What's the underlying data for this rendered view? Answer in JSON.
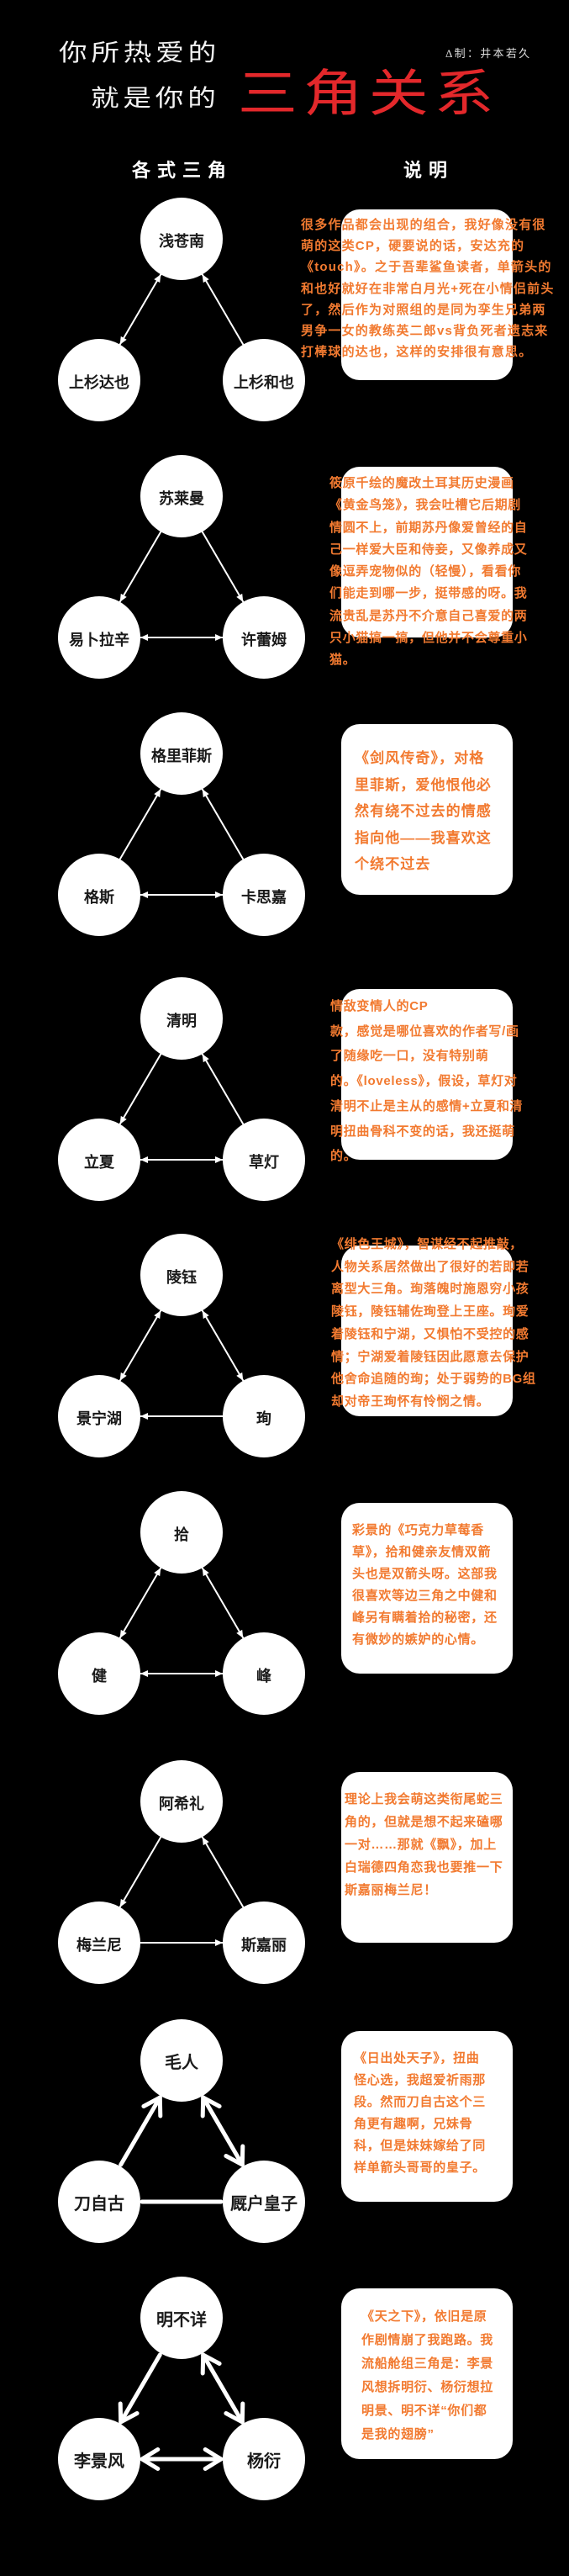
{
  "header": {
    "title_line1": "你所热爱的",
    "title_line2": "就是你的",
    "title_highlight": "三角关系",
    "credit": "Δ制：井本若久"
  },
  "columns": {
    "left": "各式三角",
    "right": "说明"
  },
  "colors": {
    "background": "#000000",
    "title_white": "#f2f2f2",
    "title_red": "#e3282b",
    "text_orange": "#f27a30",
    "node_fill": "#ffffff",
    "node_text": "#1a1a1a",
    "edge": "#ffffff"
  },
  "sections": [
    {
      "nodes": {
        "top": "浅苍南",
        "left": "上杉达也",
        "right": "上杉和也"
      },
      "edges": {
        "top_left": "both",
        "top_right": "to-top",
        "left_right": "none"
      },
      "description": [
        "很多作品都会出现的组合，我好像没有很",
        "萌的这类CP，硬要说的话，安达充的",
        "《touch》。之于吾辈鲨鱼读者，单箭头的",
        "和也好就好在非常白月光+死在小情侣前头",
        "了，然后作为对照组的是同为孪生兄弟两",
        "男争一女的教练英二郎vs背负死者遗志来",
        "打棒球的达也，这样的安排很有意思。"
      ]
    },
    {
      "nodes": {
        "top": "苏莱曼",
        "left": "易卜拉辛",
        "right": "许蕾姆"
      },
      "edges": {
        "top_left": "to-left",
        "top_right": "to-right",
        "left_right": "both"
      },
      "description": [
        "筱原千绘的魔改土耳其历史漫画",
        "《黄金鸟笼》，我会吐槽它后期剧",
        "情圆不上，前期苏丹像爱曾经的自",
        "己一样爱大臣和侍妾，又像养成又",
        "像逗弄宠物似的（轻慢），看看你",
        "们能走到哪一步，挺带感的呀。我",
        "流贵乱是苏丹不介意自己喜爱的两",
        "只小猫搞一搞，但他并不会尊重小",
        "猫。"
      ]
    },
    {
      "nodes": {
        "top": "格里菲斯",
        "left": "格斯",
        "right": "卡思嘉"
      },
      "edges": {
        "top_left": "to-top",
        "top_right": "to-top",
        "left_right": "both"
      },
      "description": [
        "《剑风传奇》，对格",
        "里菲斯，爱他恨他必",
        "然有绕不过去的情感",
        "指向他——我喜欢这",
        "个绕不过去"
      ]
    },
    {
      "nodes": {
        "top": "清明",
        "left": "立夏",
        "right": "草灯"
      },
      "edges": {
        "top_left": "to-left",
        "top_right": "to-top",
        "left_right": "both"
      },
      "description": [
        "情敌变情人的CP",
        "款，感觉是哪位喜欢的作者写/画",
        "了随缘吃一口，没有特别萌",
        "的。《loveless》，假设，草灯对",
        "清明不止是主从的感情+立夏和清",
        "明扭曲骨科不变的话，我还挺萌",
        "的。"
      ]
    },
    {
      "nodes": {
        "top": "陵钰",
        "left": "景宁湖",
        "right": "珣"
      },
      "edges": {
        "top_left": "both",
        "top_right": "both",
        "left_right": "to-left"
      },
      "description": [
        "《绯色王城》，智谋经不起推敲，",
        "人物关系居然做出了很好的若即若",
        "离型大三角。珣落魄时施恩穷小孩",
        "陵钰，陵钰辅佐珣登上王座。珣爱",
        "着陵钰和宁湖，又惧怕不受控的感",
        "情；宁湖爱着陵钰因此愿意去保护",
        "他舍命追随的珣；处于弱势的BG组",
        "却对帝王珣怀有怜悯之情。"
      ]
    },
    {
      "nodes": {
        "top": "拾",
        "left": "健",
        "right": "峰"
      },
      "edges": {
        "top_left": "both",
        "top_right": "both",
        "left_right": "both"
      },
      "description": [
        "彩景的《巧克力草莓香",
        "草》，拾和健亲友情双箭",
        "头也是双箭头呀。这部我",
        "很喜欢等边三角之中健和",
        "峰另有瞒着拾的秘密，还",
        "有微妙的嫉妒的心情。"
      ]
    },
    {
      "nodes": {
        "top": "阿希礼",
        "left": "梅兰尼",
        "right": "斯嘉丽"
      },
      "edges": {
        "top_left": "to-left",
        "top_right": "to-top",
        "left_right": "to-right"
      },
      "description": [
        "理论上我会萌这类衔尾蛇三",
        "角的，但就是想不起来磕哪",
        "一对……那就《飘》，加上",
        "白瑞德四角恋我也要推一下",
        "斯嘉丽梅兰尼！"
      ]
    },
    {
      "nodes": {
        "top": "毛人",
        "left": "刀自古",
        "right": "厩户皇子"
      },
      "edges": {
        "top_left": "to-top",
        "top_right": "both",
        "left_right": "line"
      },
      "description": [
        "《日出处天子》，扭曲",
        "怪心选，我超爱祈雨那",
        "段。然而刀自古这个三",
        "角更有趣啊，兄妹骨",
        "科，但是妹妹嫁给了同",
        "样单箭头哥哥的皇子。"
      ]
    },
    {
      "nodes": {
        "top": "明不详",
        "left": "李景风",
        "right": "杨衍"
      },
      "edges": {
        "top_left": "to-left",
        "top_right": "both",
        "left_right": "both"
      },
      "description": [
        "《天之下》，依旧是原",
        "作剧情崩了我跑路。我",
        "流船舱组三角是：李景",
        "风想拆明衍、杨衍想拉",
        "明景、明不详“你们都",
        "是我的翅膀”"
      ]
    }
  ]
}
